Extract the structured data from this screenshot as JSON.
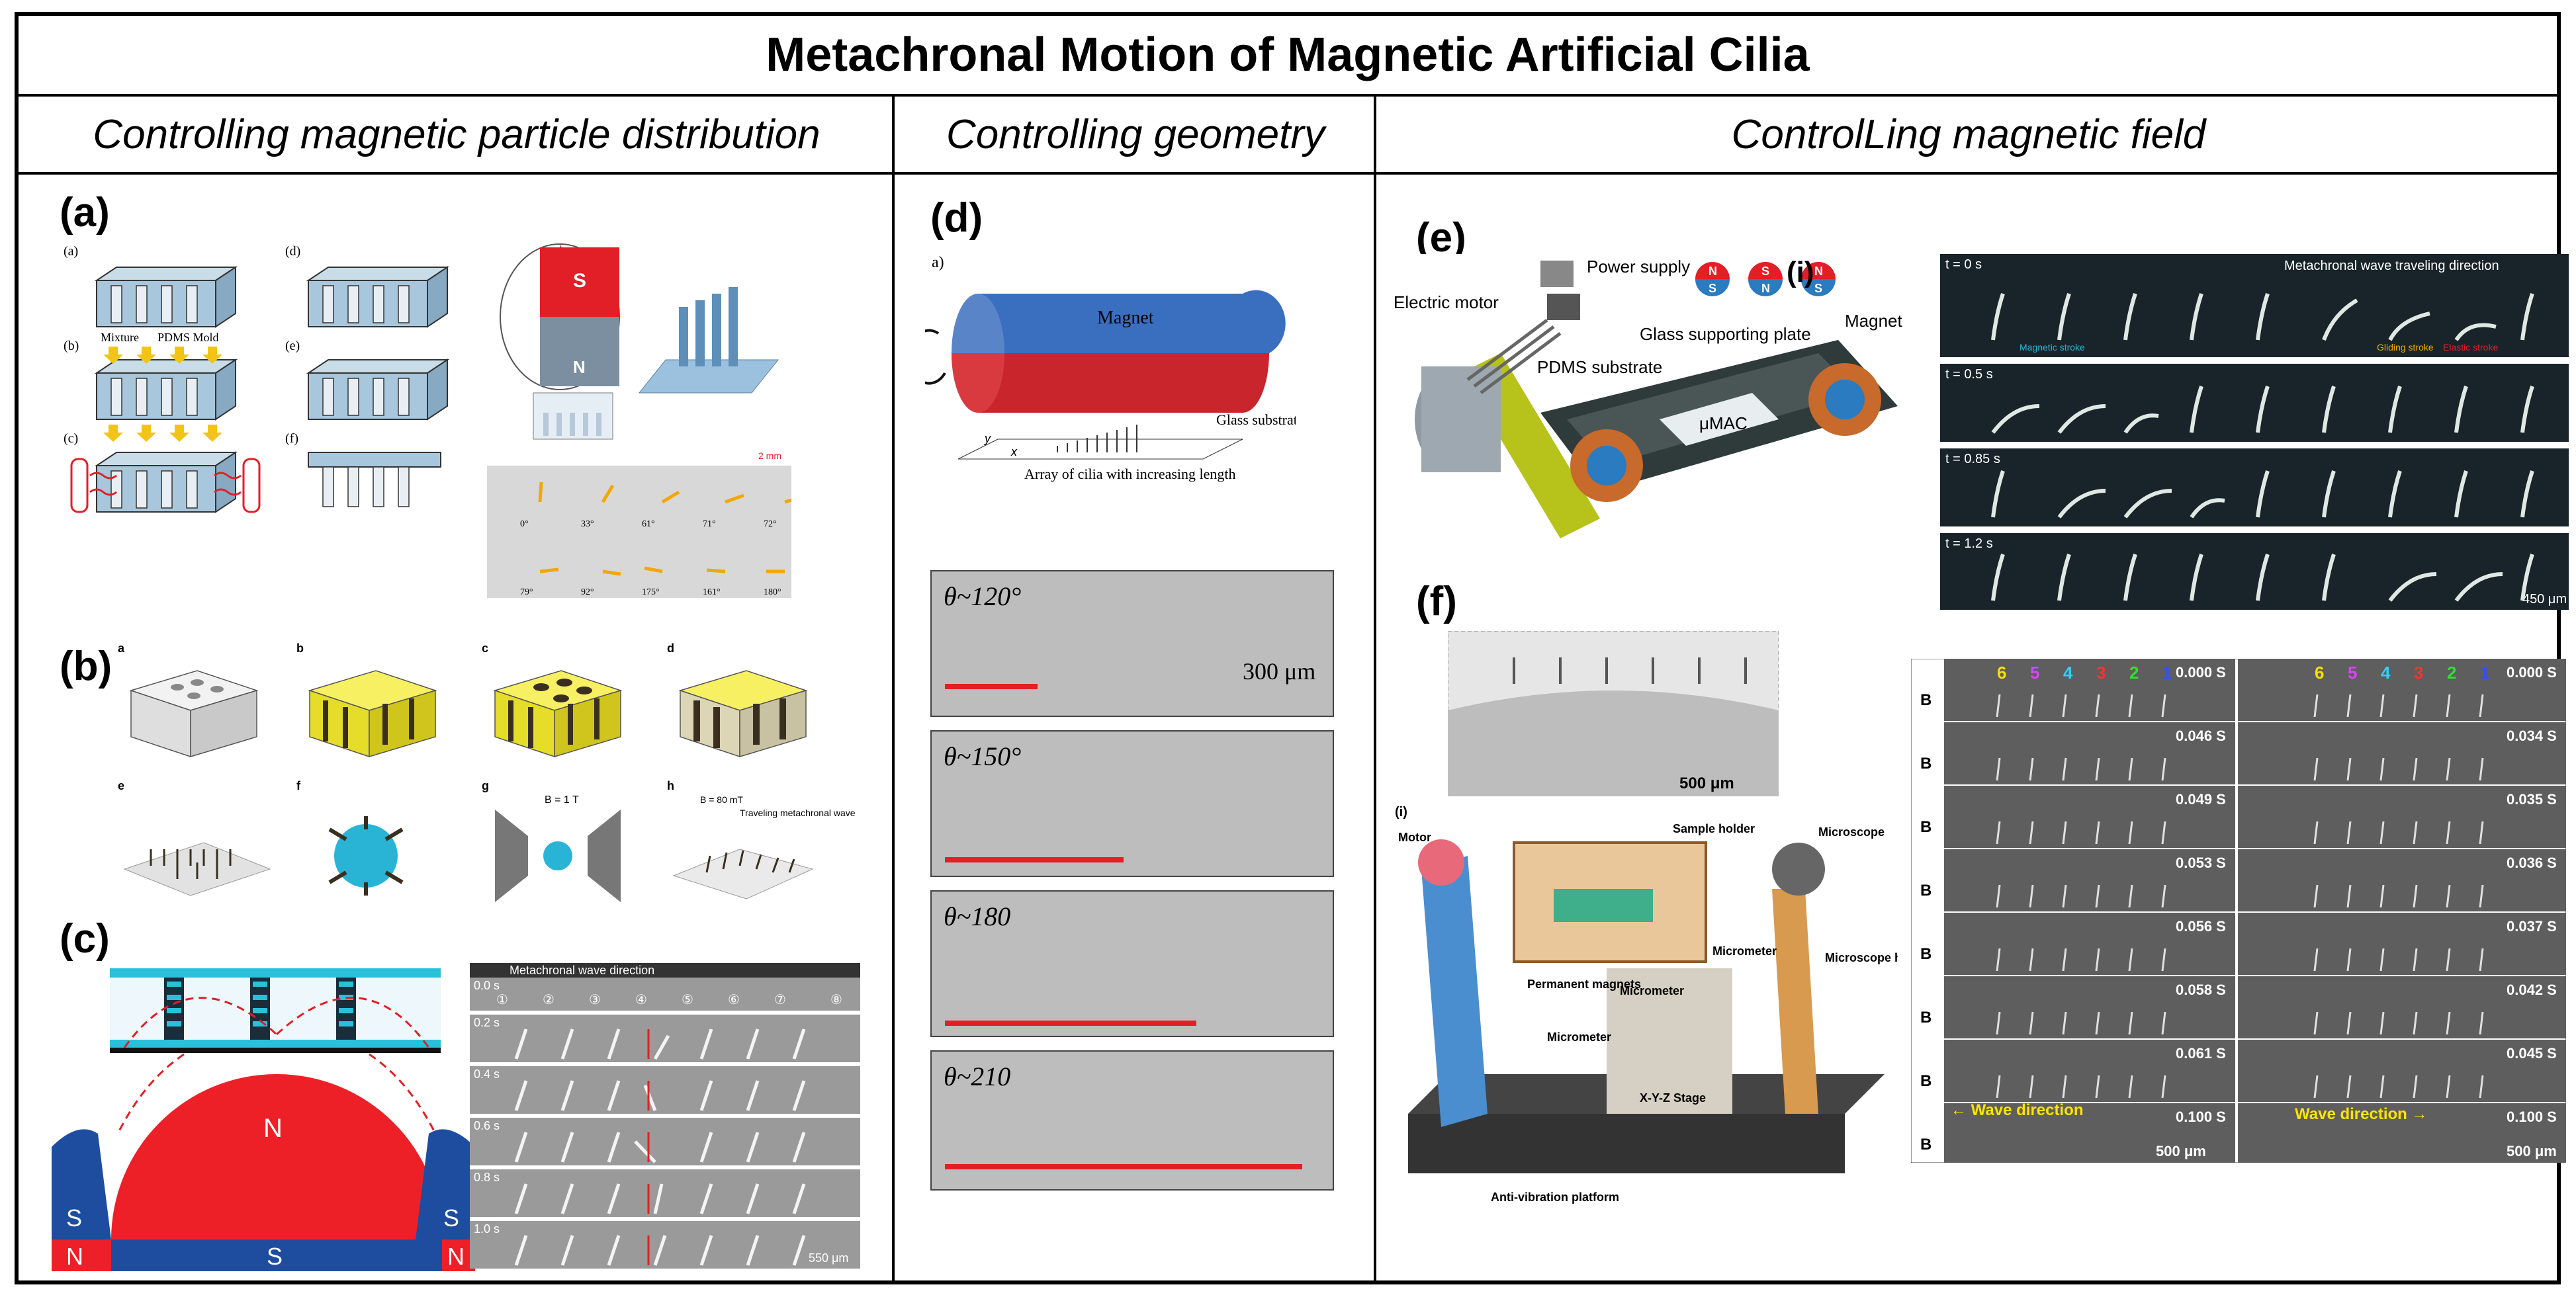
{
  "title": "Metachronal Motion of Magnetic Artificial Cilia",
  "columns": [
    {
      "heading": "Controlling magnetic particle distribution"
    },
    {
      "heading": "Controlling geometry"
    },
    {
      "heading": "ControlLing magnetic field"
    }
  ],
  "panel_a": {
    "label": "(a)",
    "sub_labels": [
      "(a)",
      "(b)",
      "(c)",
      "(d)",
      "(e)",
      "(f)"
    ],
    "annotations": {
      "mixture": "Mixture",
      "mold": "PDMS Mold",
      "pole_s": "S",
      "pole_n": "N",
      "scale": "2 mm"
    },
    "angles": [
      "0°",
      "33°",
      "61°",
      "71°",
      "72°",
      "79°",
      "92°",
      "175°",
      "161°",
      "180°"
    ]
  },
  "panel_b": {
    "label": "(b)",
    "sub_labels": [
      "a",
      "b",
      "c",
      "d",
      "e",
      "f",
      "g",
      "h"
    ],
    "annotations": {
      "field_g": "B = 1 T",
      "field_h": "B = 80 mT",
      "wave": "Traveling metachronal wave"
    }
  },
  "panel_c": {
    "label": "(c)",
    "poles": {
      "center_n": "N",
      "center_s": "S",
      "left_s": "S",
      "left_n": "N",
      "right_s": "S",
      "right_n": "N"
    },
    "wave_direction": "Metachronal wave direction",
    "times": [
      "0.0 s",
      "0.2 s",
      "0.4 s",
      "0.6 s",
      "0.8 s",
      "1.0 s"
    ],
    "indices": [
      "①",
      "②",
      "③",
      "④",
      "⑤",
      "⑥",
      "⑦",
      "⑧"
    ],
    "scale": "550 μm"
  },
  "panel_d": {
    "label": "(d)",
    "sub_label": "a)",
    "magnet": "Magnet",
    "substrate": "Glass substrate",
    "array": "Array of cilia with increasing length",
    "axes": {
      "x": "x",
      "y": "y"
    },
    "strips": [
      {
        "theta": "θ~120°"
      },
      {
        "theta": "θ~150°"
      },
      {
        "theta": "θ~180"
      },
      {
        "theta": "θ~210"
      }
    ],
    "scale": "300 μm"
  },
  "panel_e": {
    "label": "(e)",
    "motor": "Electric motor",
    "power": "Power supply",
    "magnet": "Magnet",
    "plate": "Glass supporting plate",
    "substrate": "PDMS substrate",
    "chip": "μMAC",
    "poles": [
      "N",
      "S",
      "S",
      "N",
      "N",
      "S"
    ],
    "inset_label": "(i)",
    "times": [
      "t = 0 s",
      "t = 0.5 s",
      "t = 0.85 s",
      "t = 1.2 s"
    ],
    "wave": "Metachronal wave traveling direction",
    "strokes": [
      "Magnetic stroke",
      "Gliding stroke",
      "Elastic stroke"
    ],
    "scale": "450 μm"
  },
  "panel_f": {
    "label": "(f)",
    "inset_scale": "500 μm",
    "inset_label": "(i)",
    "parts": {
      "motor": "Motor",
      "sample_holder": "Sample holder",
      "microscope": "Microscope",
      "permanent_magnets": "Permanent magnets",
      "micrometer_a": "Micrometer",
      "micrometer_b": "Micrometer",
      "micrometer_c": "Micrometer",
      "microscope_holder": "Microscope holder",
      "stage": "X-Y-Z Stage",
      "platform": "Anti-vibration platform"
    },
    "field_label": "B",
    "cilia_numbers": [
      "6",
      "5",
      "4",
      "3",
      "2",
      "1"
    ],
    "cilia_colors": [
      "#f5e000",
      "#e040ff",
      "#30d0ff",
      "#ff3030",
      "#30e030",
      "#3050ff"
    ],
    "left_times": [
      "0.000 S",
      "0.046 S",
      "0.049 S",
      "0.053 S",
      "0.056 S",
      "0.058 S",
      "0.061 S",
      "0.100 S"
    ],
    "right_times": [
      "0.000 S",
      "0.034 S",
      "0.035 S",
      "0.036 S",
      "0.037 S",
      "0.042 S",
      "0.045 S",
      "0.100 S"
    ],
    "wave_left": "← Wave direction",
    "wave_right": "Wave direction →",
    "scale": "500 μm"
  }
}
